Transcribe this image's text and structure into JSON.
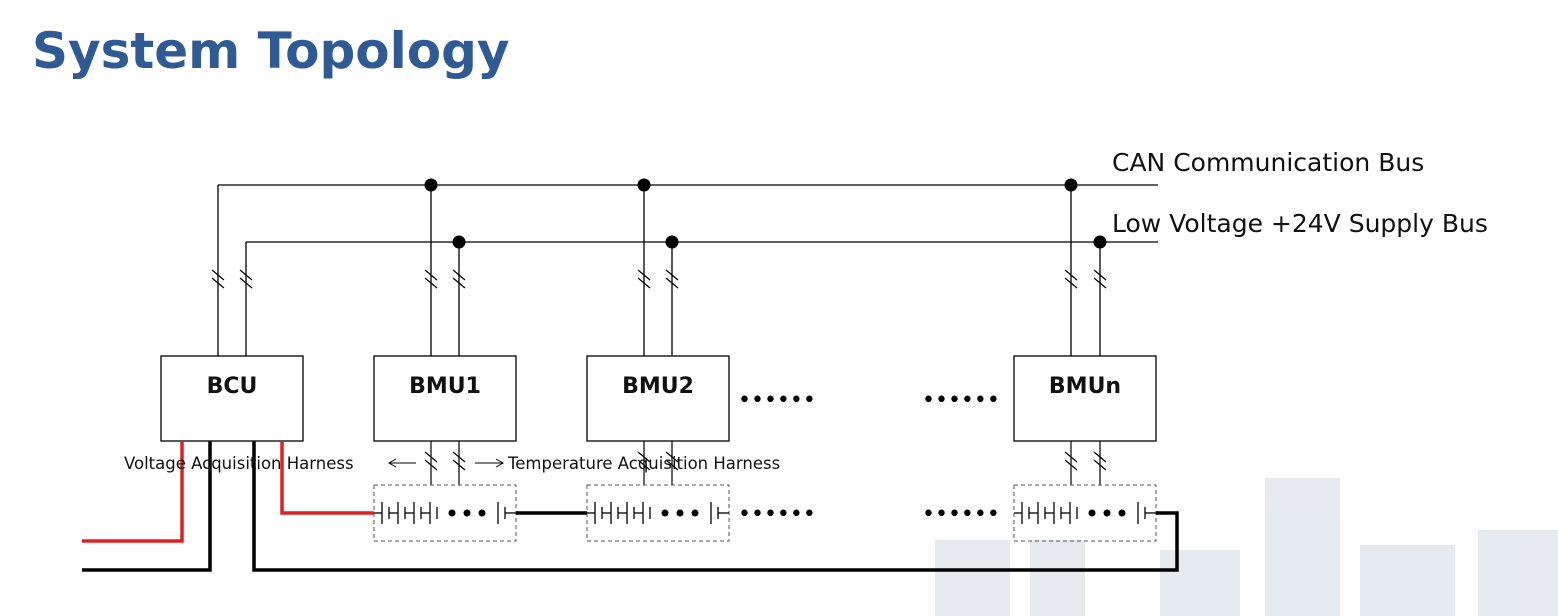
{
  "title": "System Topology",
  "buses": {
    "can": "CAN Communication Bus",
    "supply": "Low Voltage +24V Supply Bus"
  },
  "modules": {
    "bcu": "BCU",
    "bmu1": "BMU1",
    "bmu2": "BMU2",
    "bmun": "BMUn"
  },
  "harness": {
    "voltage": "Voltage Acquisition Harness",
    "temperature": "Temperature Acquisition Harness"
  },
  "continuation": "••••••",
  "colors": {
    "title": "#2f5a94",
    "positive_wire": "#e02020",
    "negative_wire": "#000000",
    "line": "#000000",
    "watermark": "#dde3ea"
  }
}
